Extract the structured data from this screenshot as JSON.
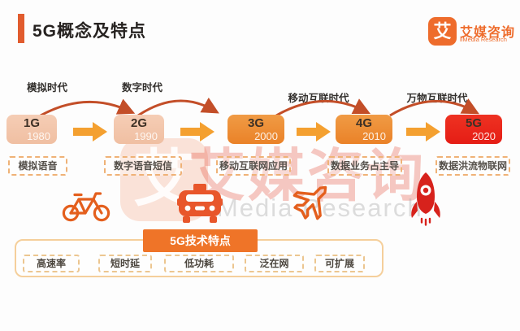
{
  "header": {
    "title": "5G概念及特点",
    "logo": {
      "glyph": "艾",
      "name_cn": "艾媒咨询",
      "name_en": "iiMedia Research"
    }
  },
  "timeline": {
    "eras": [
      {
        "label": "模拟时代"
      },
      {
        "label": "数字时代"
      },
      {
        "label": "移动互联时代"
      },
      {
        "label": "万物互联时代"
      }
    ],
    "generations": [
      {
        "gen": "1G",
        "year": "1980",
        "desc": "模拟语音"
      },
      {
        "gen": "2G",
        "year": "1990",
        "desc": "数字语音短信"
      },
      {
        "gen": "3G",
        "year": "2000",
        "desc": "移动互联网应用"
      },
      {
        "gen": "4G",
        "year": "2010",
        "desc": "数据业务占主导"
      },
      {
        "gen": "5G",
        "year": "2020",
        "desc": "数据洪流物联网"
      }
    ],
    "icons": [
      "bicycle",
      "taxi",
      "airplane",
      "rocket"
    ]
  },
  "features": {
    "title": "5G技术特点",
    "items": [
      "高速率",
      "短时延",
      "低功耗",
      "泛在网",
      "可扩展"
    ]
  },
  "watermark": {
    "glyph": "艾",
    "text_cn": "艾媒咨询",
    "text_en": "iMedia Research"
  },
  "colors": {
    "accent": "#E15C2E",
    "logo_orange": "#EE6C2C",
    "box_light": "#F3C6AB",
    "box_orange": "#EE8F38",
    "box_red": "#E8261D",
    "flow_arrow": "#F4A030",
    "era_arc": "#C34E28",
    "dashed_border": "#EFB277",
    "feature_header": "#EF7428",
    "icon_orange": "#E45F1D",
    "icon_red": "#D7221C"
  }
}
